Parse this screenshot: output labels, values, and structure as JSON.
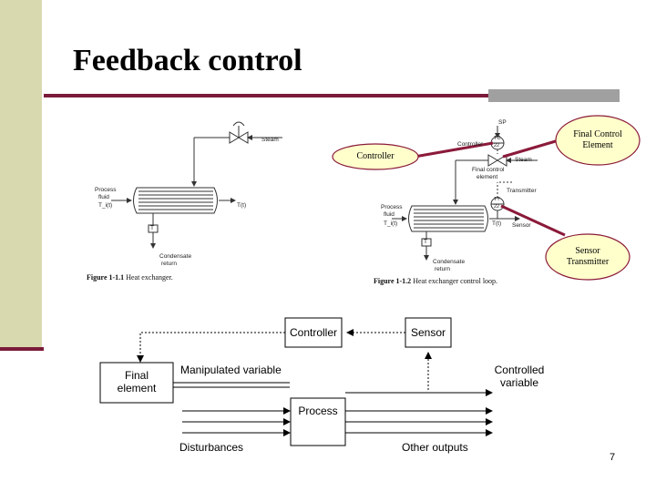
{
  "slide": {
    "title": "Feedback control",
    "page_number": "7"
  },
  "figure_left": {
    "caption_bold": "Figure 1-1.1",
    "caption_text": "Heat exchanger.",
    "steam": "Steam",
    "process_fluid_1": "Process",
    "process_fluid_2": "fluid",
    "inlet_temp": "T_i(t)",
    "outlet_temp": "T(t)",
    "trap": "T",
    "condensate_1": "Condensate",
    "condensate_2": "return"
  },
  "figure_right": {
    "caption_bold": "Figure 1-1.2",
    "caption_text": "Heat exchanger control loop.",
    "setpoint": "SP",
    "tc_top": "TC",
    "tc_bottom": "22",
    "tt_top": "TT",
    "tt_bottom": "22",
    "controller_tag": "Controller",
    "steam": "Steam",
    "final_control_1": "Final control",
    "final_control_2": "element",
    "transmitter": "Transmitter",
    "sensor": "Sensor",
    "process_fluid_1": "Process",
    "process_fluid_2": "fluid",
    "inlet_temp": "T_i(t)",
    "outlet_temp": "T(t)",
    "trap": "T",
    "condensate_1": "Condensate",
    "condensate_2": "return"
  },
  "callouts": {
    "controller": "Controller",
    "final_control_line1": "Final Control",
    "final_control_line2": "Element",
    "sensor_line1": "Sensor",
    "sensor_line2": "Transmitter"
  },
  "block_diagram": {
    "controller": "Controller",
    "sensor": "Sensor",
    "final_line1": "Final",
    "final_line2": "element",
    "manipulated": "Manipulated variable",
    "controlled_line1": "Controlled",
    "controlled_line2": "variable",
    "process": "Process",
    "disturbances": "Disturbances",
    "other_outputs": "Other outputs"
  },
  "colors": {
    "accent_dark": "#7a1a3a",
    "strip": "#d9d9b0",
    "callout_fill": "#ffffcc",
    "callout_border": "#8b1a3a",
    "gray_bar": "#a0a0a0"
  }
}
